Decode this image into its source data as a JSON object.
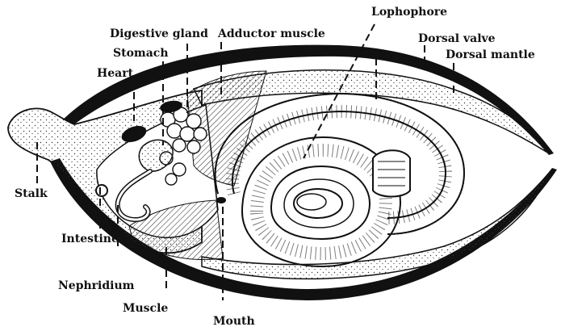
{
  "labels": {
    "lophophore": "Lophophore",
    "digestive_gland": "Digestive gland",
    "adductor_muscle": "Adductor muscle",
    "dorsal_valve": "Dorsal valve",
    "dorsal_mantle": "Dorsal mantle",
    "stomach": "Stomach",
    "heart": "Heart",
    "stalk": "Stalk",
    "intestine": "Intestine",
    "nephridium": "Nephridium",
    "muscle": "Muscle",
    "mouth": "Mouth"
  },
  "colors": {
    "ink": "#111111",
    "paper": "#ffffff",
    "stipple": "#333333"
  }
}
